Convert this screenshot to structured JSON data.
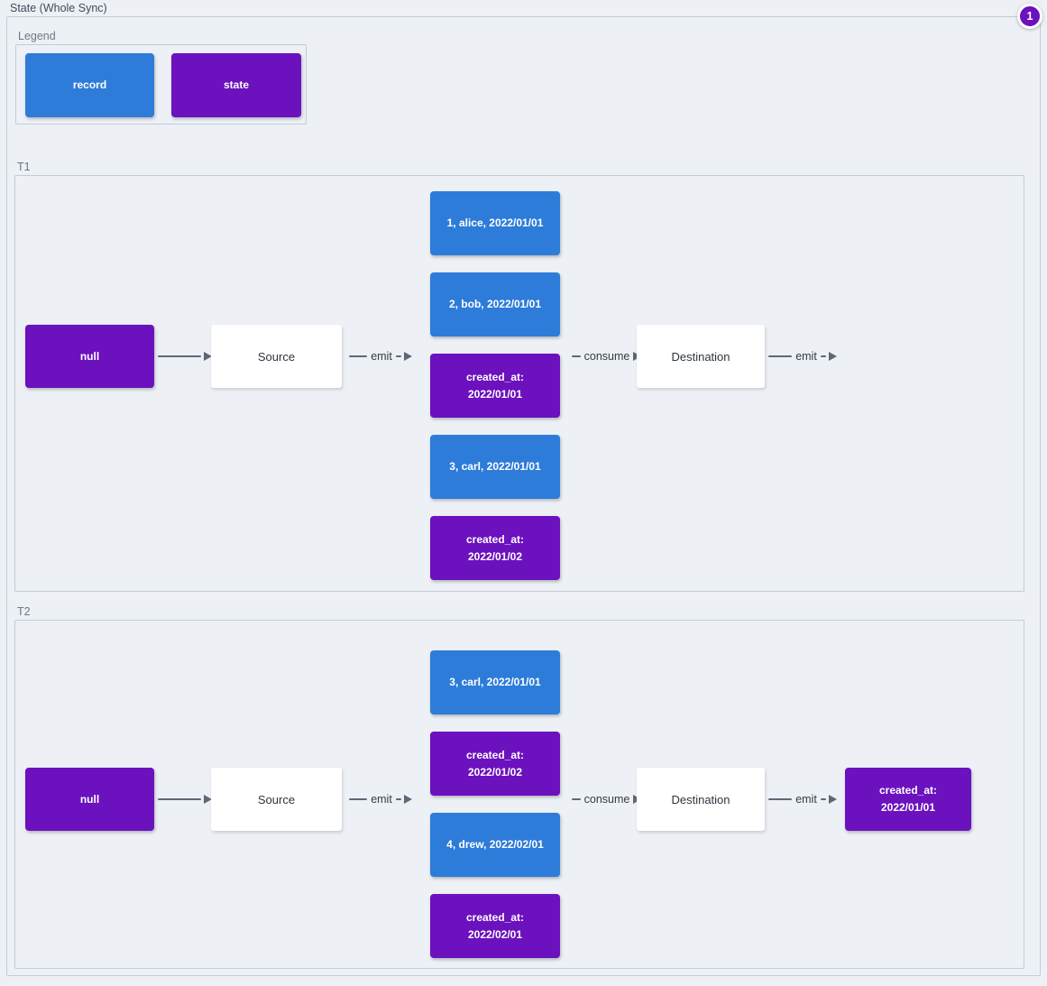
{
  "title": "State (Whole Sync)",
  "badge": "1",
  "colors": {
    "record": "#2d7cd9",
    "state": "#6c11be",
    "background": "#edf0f5",
    "border": "#c3ccd8",
    "arrow": "#5d6877"
  },
  "legend": {
    "label": "Legend",
    "items": [
      {
        "type": "record",
        "label": "record"
      },
      {
        "type": "state",
        "label": "state"
      }
    ]
  },
  "sections": [
    {
      "label": "T1",
      "input_state": "null",
      "source": "Source",
      "destination": "Destination",
      "edges": {
        "emit_source": "emit",
        "consume": "consume",
        "emit_destination": "emit"
      },
      "stream": [
        {
          "type": "record",
          "label": "1, alice, 2022/01/01"
        },
        {
          "type": "record",
          "label": "2, bob, 2022/01/01"
        },
        {
          "type": "state",
          "label": "created_at:\n2022/01/01"
        },
        {
          "type": "record",
          "label": "3, carl, 2022/01/01"
        },
        {
          "type": "state",
          "label": "created_at:\n2022/01/02"
        }
      ]
    },
    {
      "label": "T2",
      "input_state": "null",
      "source": "Source",
      "destination": "Destination",
      "edges": {
        "emit_source": "emit",
        "consume": "consume",
        "emit_destination": "emit"
      },
      "stream": [
        {
          "type": "record",
          "label": "3, carl, 2022/01/01"
        },
        {
          "type": "state",
          "label": "created_at:\n2022/01/02"
        },
        {
          "type": "record",
          "label": "4, drew, 2022/02/01"
        },
        {
          "type": "state",
          "label": "created_at:\n2022/02/01"
        }
      ],
      "output_state": {
        "type": "state",
        "label": "created_at:\n2022/01/01"
      }
    }
  ]
}
